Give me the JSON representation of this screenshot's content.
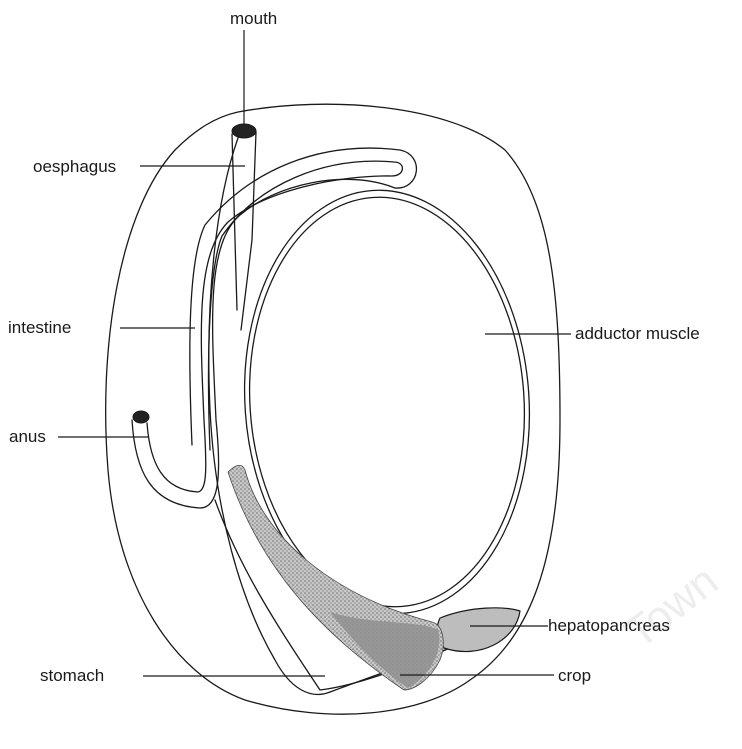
{
  "labels": {
    "mouth": "mouth",
    "oesphagus": "oesphagus",
    "intestine": "intestine",
    "anus": "anus",
    "stomach": "stomach",
    "adductor_muscle": "adductor muscle",
    "hepatopancreas": "hepatopancreas",
    "crop": "crop"
  },
  "watermark": "Town",
  "colors": {
    "outline": "#1a1a1a",
    "crop_fill": "#8f8f8f",
    "digestive_gland_fill": "#bdbdbd",
    "orifice_fill": "#222222",
    "watermark": "#ededed"
  }
}
